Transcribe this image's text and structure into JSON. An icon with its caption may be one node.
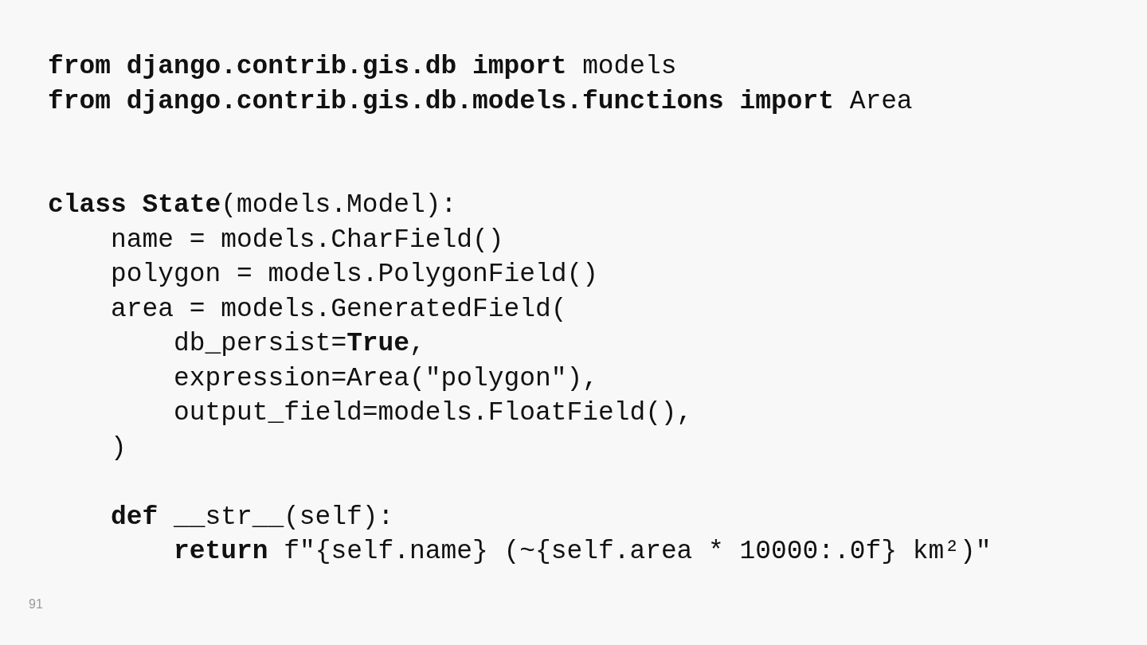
{
  "diagram": {
    "labels": [
      "**from** **django.contrib.gis.db** **import** models",
      "**from** **django.contrib.gis.db.models.functions** **import** Area",
      "**class** **State**(models.Model):",
      "name = models.CharField()",
      "polygon = models.PolygonField()",
      "area = models.GeneratedField(",
      "db_persist=**True**,",
      "expression=Area(\"polygon\"),",
      "output_field=models.FloatField(),",
      ")",
      "**def** __str__(self):",
      "**return** f\"{self.name} (~{self.area * 10000:.0f} km²)\"",
      "91"
    ]
  }
}
